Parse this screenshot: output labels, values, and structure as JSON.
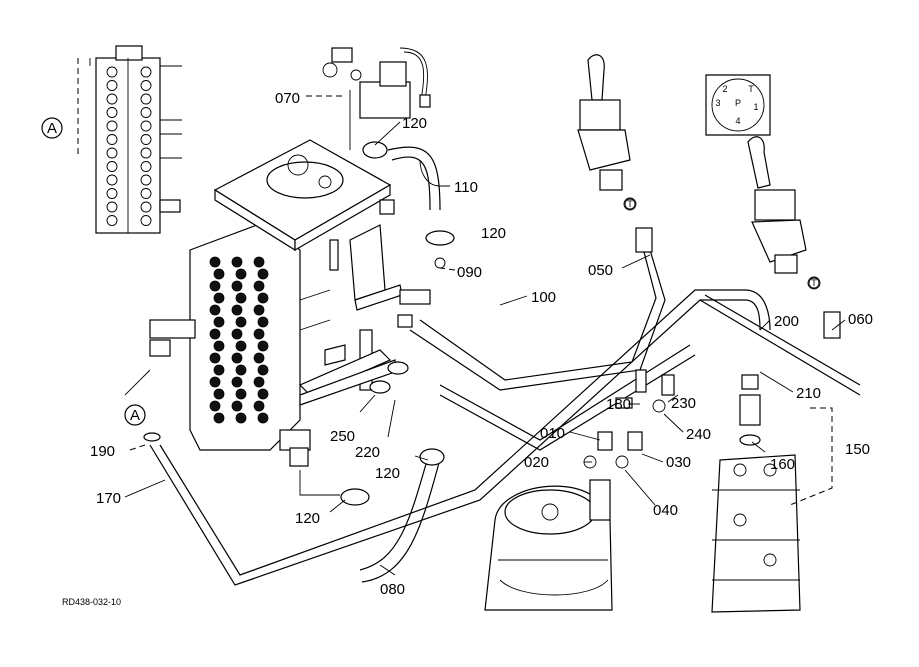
{
  "diagram": {
    "callouts": {
      "p010": "010",
      "p020": "020",
      "p030": "030",
      "p040": "040",
      "p050": "050",
      "p060": "060",
      "p070": "070",
      "p080": "080",
      "p090": "090",
      "p100": "100",
      "p110": "110",
      "p120a": "120",
      "p120b": "120",
      "p120c": "120",
      "p120d": "120",
      "p150": "150",
      "p160": "160",
      "p170": "170",
      "p180": "180",
      "p190": "190",
      "p200": "200",
      "p210": "210",
      "p220": "220",
      "p230": "230",
      "p240": "240",
      "p250": "250"
    },
    "view_marker": "A",
    "view_marker_2": "A",
    "symbol_t1": "T",
    "symbol_t2": "T",
    "symbol_t3": "T",
    "pattern_ports": {
      "p1": "1",
      "p2": "2",
      "p3": "3",
      "p4": "4",
      "pP": "P",
      "pT": "T"
    },
    "figure_code": "RD438-032-10"
  }
}
